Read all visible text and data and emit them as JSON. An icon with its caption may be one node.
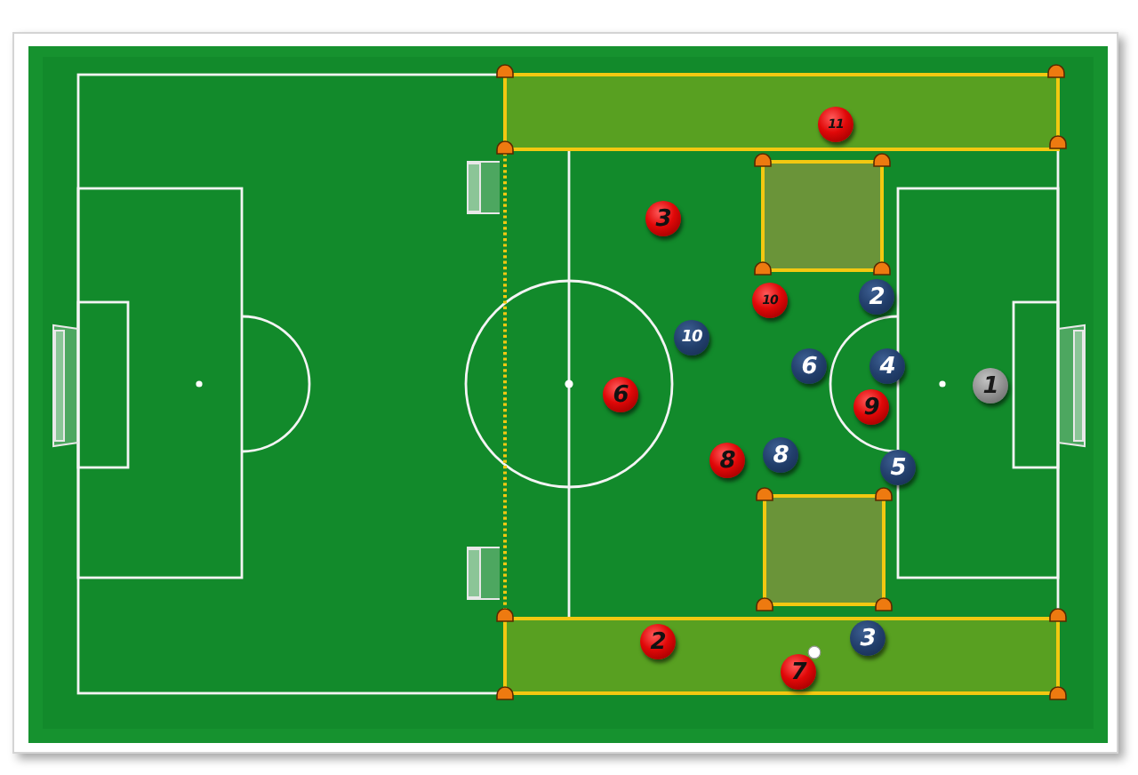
{
  "diagram": {
    "nodes": [
      {
        "text": [
          "11"
        ]
      },
      {
        "text": [
          "3"
        ]
      },
      {
        "text": [
          "2"
        ]
      },
      {
        "text": [
          "10"
        ]
      },
      {
        "text": [
          "10"
        ]
      },
      {
        "text": [
          "6"
        ]
      },
      {
        "text": [
          "4"
        ]
      },
      {
        "text": [
          "1"
        ]
      },
      {
        "text": [
          "6"
        ]
      },
      {
        "text": [
          "9"
        ]
      },
      {
        "text": [
          "8"
        ]
      },
      {
        "text": [
          "8"
        ]
      },
      {
        "text": [
          "5"
        ]
      },
      {
        "text": [
          "3"
        ]
      },
      {
        "text": [
          "2"
        ]
      },
      {
        "text": [
          "7"
        ]
      }
    ]
  }
}
